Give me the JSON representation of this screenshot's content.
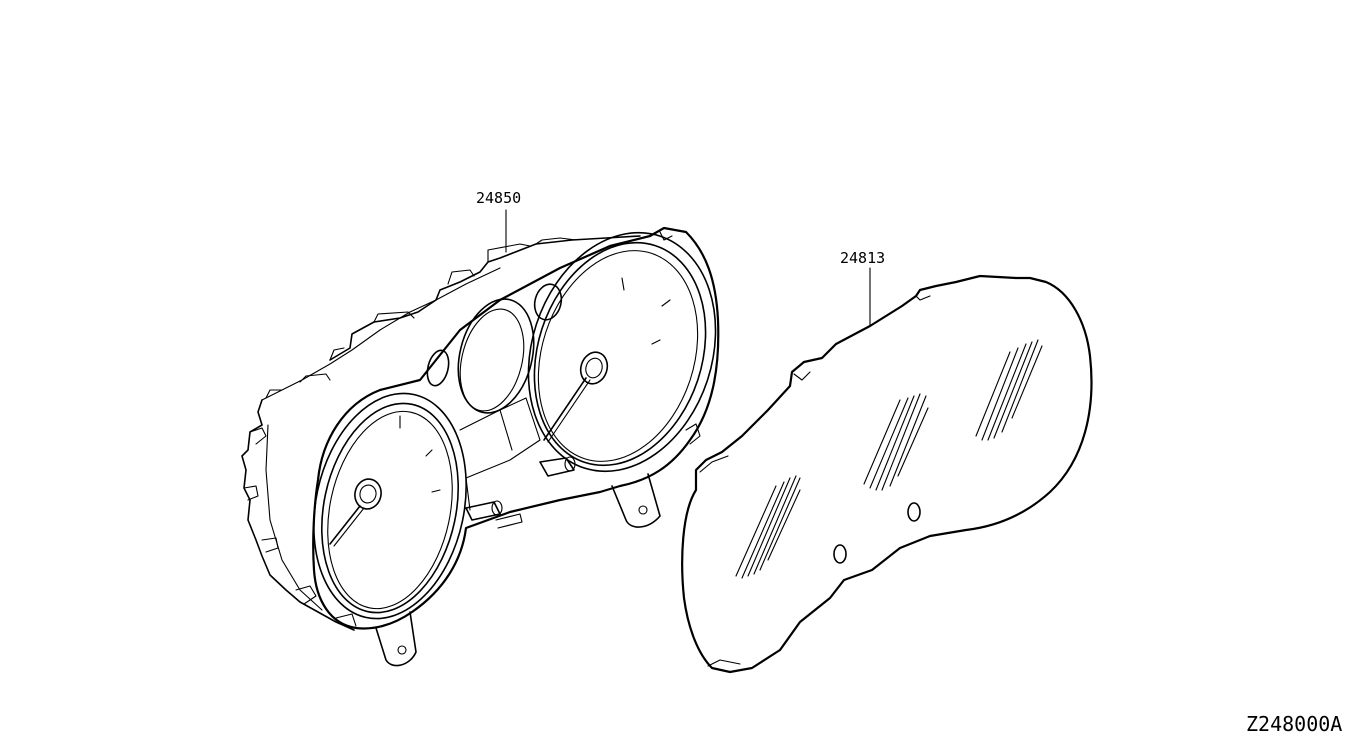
{
  "parts": [
    {
      "id": "cluster",
      "number": "24850"
    },
    {
      "id": "lens",
      "number": "24813"
    }
  ],
  "figure_code": "Z248000A"
}
